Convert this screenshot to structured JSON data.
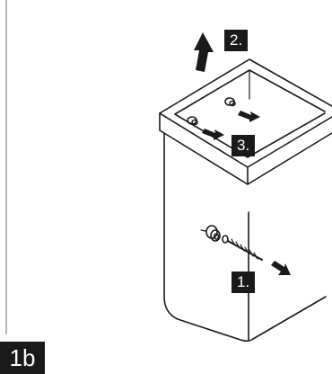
{
  "figure": {
    "label": "1b"
  },
  "steps": {
    "step1": "1.",
    "step2": "2.",
    "step3": "3."
  },
  "colors": {
    "badge_background": "#1a1a1a",
    "line": "#1a1a1a",
    "rule": "#b8b8b8"
  }
}
